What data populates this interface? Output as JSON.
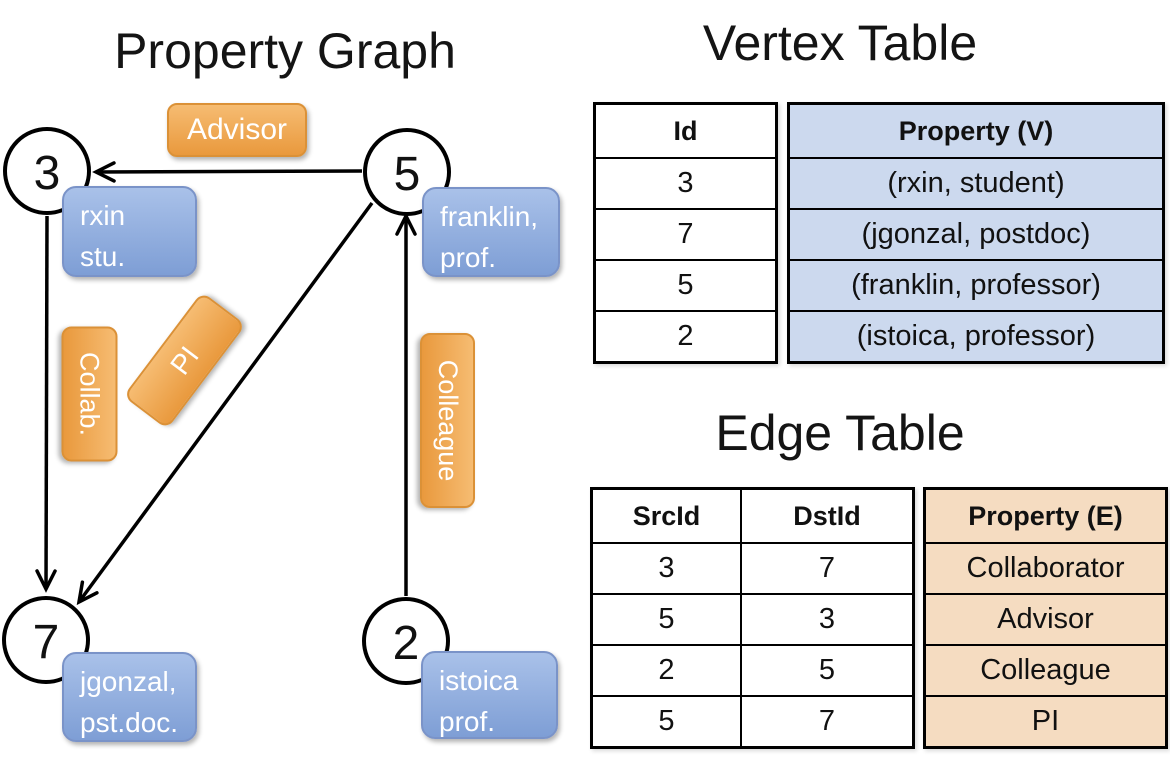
{
  "graph": {
    "title": "Property Graph",
    "nodes": [
      {
        "id": "3",
        "prop_line1": "rxin",
        "prop_line2": "stu."
      },
      {
        "id": "5",
        "prop_line1": "franklin,",
        "prop_line2": "prof."
      },
      {
        "id": "7",
        "prop_line1": "jgonzal,",
        "prop_line2": "pst.doc."
      },
      {
        "id": "2",
        "prop_line1": "istoica",
        "prop_line2": "prof."
      }
    ],
    "edge_labels": [
      {
        "text": "Advisor"
      },
      {
        "text": "Collab."
      },
      {
        "text": "PI"
      },
      {
        "text": "Colleague"
      }
    ]
  },
  "vertex_table": {
    "title": "Vertex Table",
    "columns": [
      "Id",
      "Property (V)"
    ],
    "rows": [
      [
        "3",
        "(rxin, student)"
      ],
      [
        "7",
        "(jgonzal, postdoc)"
      ],
      [
        "5",
        "(franklin, professor)"
      ],
      [
        "2",
        "(istoica, professor)"
      ]
    ]
  },
  "edge_table": {
    "title": "Edge Table",
    "columns": [
      "SrcId",
      "DstId",
      "Property (E)"
    ],
    "rows": [
      [
        "3",
        "7",
        "Collaborator"
      ],
      [
        "5",
        "3",
        "Advisor"
      ],
      [
        "2",
        "5",
        "Colleague"
      ],
      [
        "5",
        "7",
        "PI"
      ]
    ]
  },
  "colors": {
    "edge_label_fill_top": "#F6BC72",
    "edge_label_fill_bottom": "#E9993D",
    "edge_label_border": "#DB9137",
    "vertex_box_fill_top": "#A9C1E9",
    "vertex_box_fill_bottom": "#7E9ED5",
    "vertex_box_border": "#7A93C8",
    "vertex_table_property_bg": "#CCD9EE",
    "edge_table_property_bg": "#F5DCC1",
    "line_color": "#000000"
  }
}
